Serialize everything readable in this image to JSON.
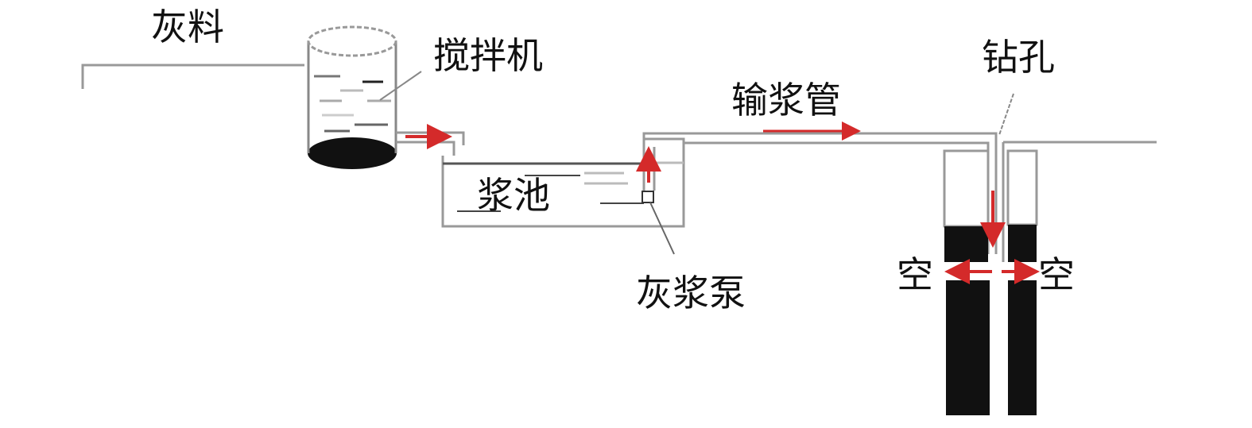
{
  "labels": {
    "ash_material": "灰料",
    "mixer": "搅拌机",
    "slurry_pool": "浆池",
    "grout_pump": "灰浆泵",
    "grout_pipe": "输浆管",
    "borehole": "钻孔",
    "void_left": "空",
    "void_right": "空"
  },
  "colors": {
    "arrow": "#d42a2a",
    "line": "#9a9a9a",
    "fill": "#111111"
  }
}
